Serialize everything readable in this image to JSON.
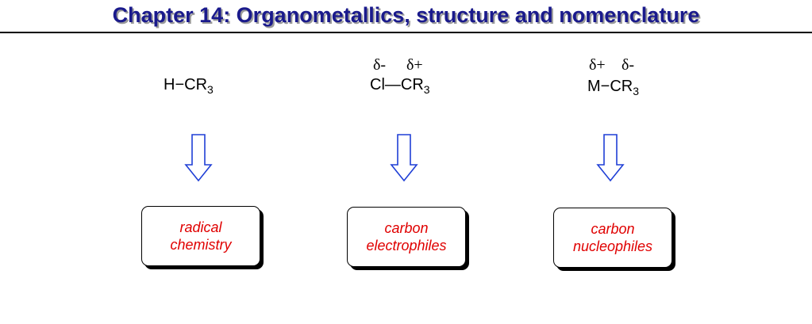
{
  "title": "Chapter 14: Organometallics, structure and nomenclature",
  "colors": {
    "title": "#1a1a8c",
    "arrow": "#1f3fd6",
    "box_text": "#e00000"
  },
  "columns": [
    {
      "deltas": [],
      "left_atom": "H",
      "bond": "−",
      "right_group": "CR",
      "subscript": "3",
      "box_lines": [
        "radical",
        "chemistry"
      ]
    },
    {
      "deltas": [
        "δ-",
        "δ+"
      ],
      "left_atom": "Cl",
      "bond": "—",
      "right_group": "CR",
      "subscript": "3",
      "box_lines": [
        "carbon",
        "electrophiles"
      ]
    },
    {
      "deltas": [
        "δ+",
        "δ-"
      ],
      "left_atom": "M",
      "bond": "−",
      "right_group": "CR",
      "subscript": "3",
      "box_lines": [
        "carbon",
        "nucleophiles"
      ]
    }
  ]
}
